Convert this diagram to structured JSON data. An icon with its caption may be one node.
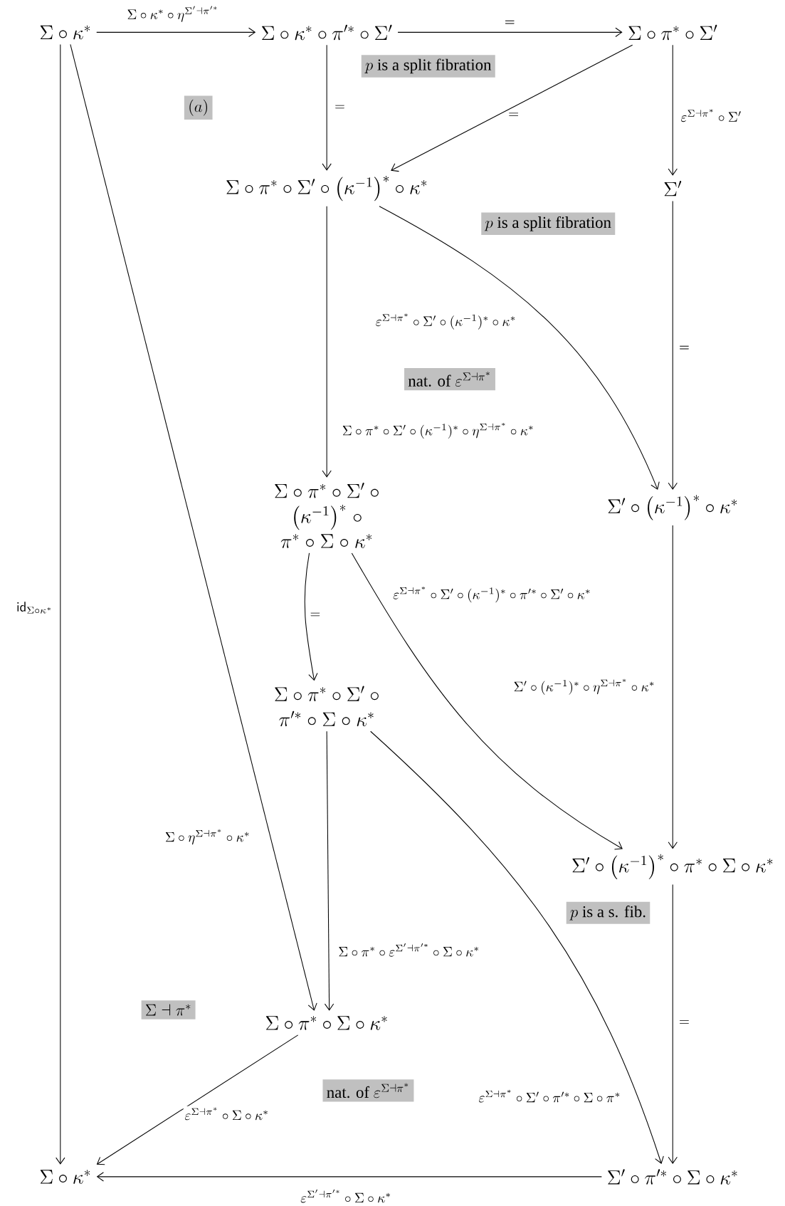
{
  "diagram": {
    "nodes": [
      {
        "text": [
          "\\Sigma\\circ\\kappa^*"
        ]
      },
      {
        "text": [
          "\\Sigma\\circ\\kappa^*\\circ\\pi'^*\\circ\\Sigma'"
        ]
      },
      {
        "text": [
          "\\Sigma\\circ\\pi^*\\circ\\Sigma'"
        ]
      },
      {
        "text": [
          "\\Sigma\\circ\\pi^*\\circ\\Sigma'\\circ\\left(\\kappa^{-1}\\right)^*\\circ\\kappa^*"
        ]
      },
      {
        "text": [
          "\\Sigma'"
        ]
      },
      {
        "text": [
          "\\Sigma\\circ\\pi^*\\circ\\Sigma'\\circ\\left(\\kappa^{-1}\\right)^*\\circ\\pi^*\\circ\\Sigma\\circ\\kappa^*"
        ]
      },
      {
        "text": [
          "\\Sigma'\\circ\\left(\\kappa^{-1}\\right)^*\\circ\\kappa^*"
        ]
      },
      {
        "text": [
          "\\Sigma\\circ\\pi^*\\circ\\Sigma'\\circ\\pi'^*\\circ\\Sigma\\circ\\kappa^*"
        ]
      },
      {
        "text": [
          "\\Sigma'\\circ\\left(\\kappa^{-1}\\right)^*\\circ\\pi^*\\circ\\Sigma\\circ\\kappa^*"
        ]
      },
      {
        "text": [
          "\\Sigma\\circ\\pi^*\\circ\\Sigma\\circ\\kappa^*"
        ]
      },
      {
        "text": [
          "\\Sigma\\circ\\kappa^*"
        ]
      },
      {
        "text": [
          "\\Sigma'\\circ\\pi'^*\\circ\\Sigma\\circ\\kappa^*"
        ]
      },
      {
        "text": [
          "(a)"
        ]
      },
      {
        "text": [
          "p\\text{ is a split fibration}"
        ]
      },
      {
        "text": [
          "p\\text{ is a split fibration}"
        ]
      },
      {
        "text": [
          "\\text{nat. of }\\varepsilon^{\\Sigma\\dashv\\pi^*}"
        ]
      },
      {
        "text": [
          "p\\text{ is a s. fib.}"
        ]
      },
      {
        "text": [
          "\\Sigma\\dashv\\pi^*"
        ]
      },
      {
        "text": [
          "\\text{nat. of }\\varepsilon^{\\Sigma\\dashv\\pi^*}"
        ]
      }
    ],
    "edges": [
      {
        "from": 0,
        "to": 1,
        "arrow": "to",
        "label": "\\Sigma\\circ\\kappa^*\\circ\\eta^{\\Sigma'\\dashv\\pi'^*}"
      },
      {
        "from": 1,
        "to": 2,
        "arrow": "to",
        "label": "="
      },
      {
        "from": 1,
        "to": 3,
        "arrow": "to",
        "label": "="
      },
      {
        "from": 2,
        "to": 3,
        "arrow": "to",
        "label": "="
      },
      {
        "from": 2,
        "to": 4,
        "arrow": "to",
        "label": "\\varepsilon^{\\Sigma\\dashv\\pi^*}\\circ\\Sigma'"
      },
      {
        "from": 4,
        "to": 6,
        "arrow": "to",
        "label": "="
      },
      {
        "from": 3,
        "to": 6,
        "arrow": "to",
        "label": "\\varepsilon^{\\Sigma\\dashv\\pi^*}\\circ\\Sigma'\\circ(\\kappa^{-1})^*\\circ\\kappa^*"
      },
      {
        "from": 3,
        "to": 5,
        "arrow": "to",
        "label": "\\Sigma\\circ\\pi^*\\circ\\Sigma'\\circ(\\kappa^{-1})^*\\circ\\eta^{\\Sigma\\dashv\\pi^*}\\circ\\kappa^*"
      },
      {
        "from": 5,
        "to": 7,
        "arrow": "to",
        "label": "="
      },
      {
        "from": 5,
        "to": 8,
        "arrow": "to",
        "label": "\\varepsilon^{\\Sigma\\dashv\\pi^*}\\circ\\Sigma'\\circ(\\kappa^{-1})^*\\circ\\pi'^*\\circ\\Sigma'\\circ\\kappa^*"
      },
      {
        "from": 6,
        "to": 8,
        "arrow": "to",
        "label": "\\Sigma'\\circ(\\kappa^{-1})^*\\circ\\eta^{\\Sigma\\dashv\\pi^*}\\circ\\kappa^*"
      },
      {
        "from": 7,
        "to": 9,
        "arrow": "to",
        "label": "\\Sigma\\circ\\pi^*\\circ\\varepsilon^{\\Sigma'\\dashv\\pi'^*}\\circ\\Sigma\\circ\\kappa^*"
      },
      {
        "from": 7,
        "to": 11,
        "arrow": "to",
        "label": "\\varepsilon^{\\Sigma\\dashv\\pi^*}\\circ\\Sigma'\\circ\\pi'^*\\circ\\Sigma\\circ\\pi^*"
      },
      {
        "from": 8,
        "to": 11,
        "arrow": "to",
        "label": "="
      },
      {
        "from": 0,
        "to": 9,
        "arrow": "to",
        "label": "\\Sigma\\circ\\eta^{\\Sigma\\dashv\\pi^*}\\circ\\kappa^*"
      },
      {
        "from": 0,
        "to": 10,
        "arrow": "to",
        "label": "\\mathsf{id}_{\\Sigma\\circ\\kappa^*}"
      },
      {
        "from": 9,
        "to": 10,
        "arrow": "to",
        "label": "\\varepsilon^{\\Sigma\\dashv\\pi^*}\\circ\\Sigma\\circ\\kappa^*"
      },
      {
        "from": 11,
        "to": 10,
        "arrow": "to",
        "label": "\\varepsilon^{\\Sigma'\\dashv\\pi'^*}\\circ\\Sigma\\circ\\kappa^*"
      }
    ]
  }
}
